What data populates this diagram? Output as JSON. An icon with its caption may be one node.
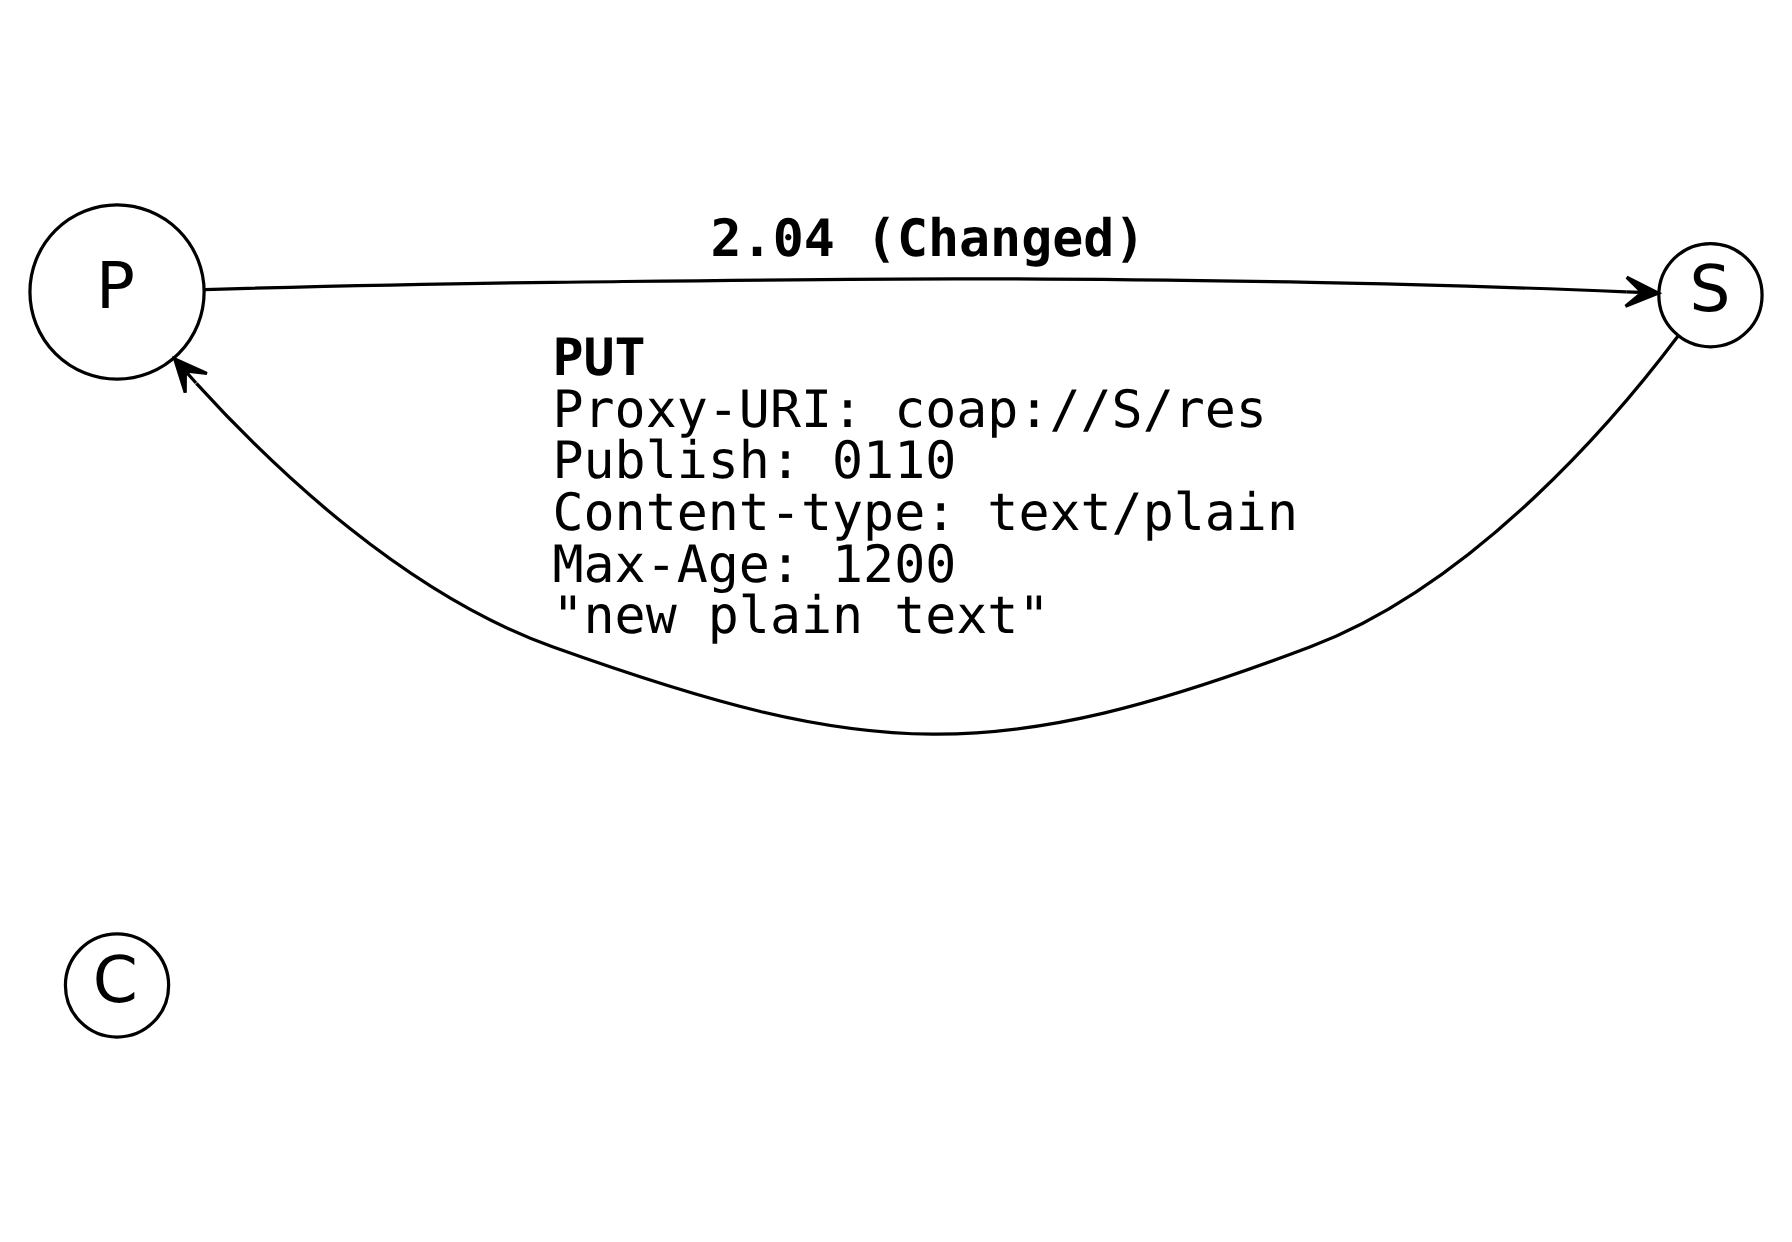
{
  "diagram": {
    "nodes": [
      {
        "text": [
          "P"
        ]
      },
      {
        "text": [
          "S"
        ]
      },
      {
        "text": [
          "C"
        ]
      }
    ],
    "edges": [
      {
        "from": 1,
        "to": 0,
        "arrow": "to",
        "label": [
          "**PUT**",
          "Proxy-URI: coap://S/res",
          "Publish: 0110",
          "Content-type: text/plain",
          "Max-Age: 1200",
          "\"new plain text\""
        ]
      },
      {
        "from": 0,
        "to": 1,
        "arrow": "to",
        "label": [
          "**2.04 (Changed)**"
        ]
      }
    ]
  }
}
